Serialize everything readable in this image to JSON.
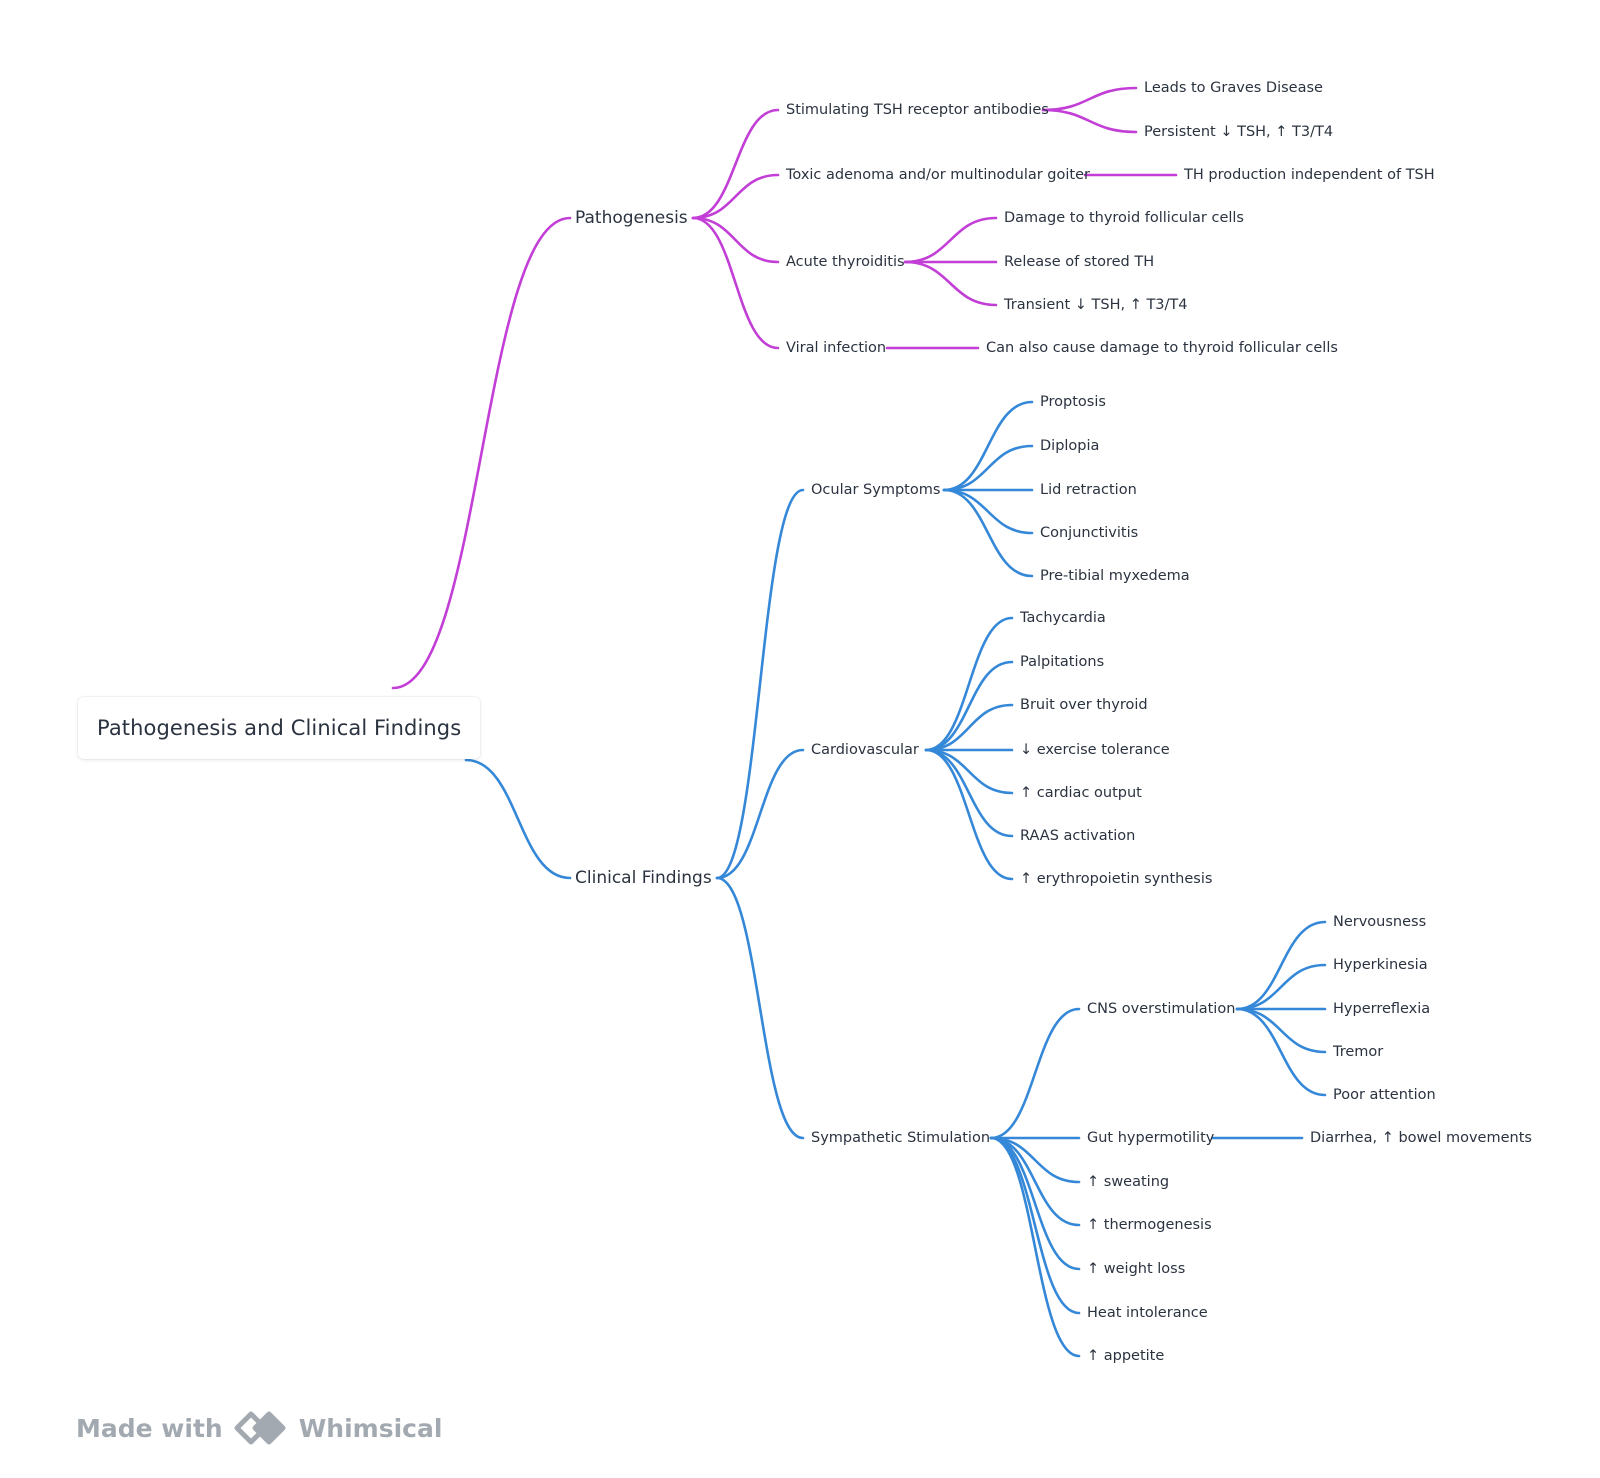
{
  "colors": {
    "pathogenesis_branch": "#c23ed6",
    "clinical_branch": "#3588d8",
    "text": "#2b3340",
    "brand": "#a3a9b0"
  },
  "root": {
    "label": "Pathogenesis and Clinical Findings"
  },
  "branches": [
    {
      "label": "Pathogenesis",
      "color": "#c23ed6",
      "children": [
        {
          "label": "Stimulating TSH receptor antibodies",
          "children": [
            {
              "label": "Leads to Graves Disease"
            },
            {
              "label": "Persistent ↓ TSH, ↑ T3/T4"
            }
          ]
        },
        {
          "label": "Toxic adenoma and/or multinodular goiter",
          "children": [
            {
              "label": "TH production independent of TSH"
            }
          ]
        },
        {
          "label": "Acute thyroiditis",
          "children": [
            {
              "label": "Damage to thyroid follicular cells"
            },
            {
              "label": "Release of stored TH"
            },
            {
              "label": "Transient ↓ TSH, ↑ T3/T4"
            }
          ]
        },
        {
          "label": "Viral infection",
          "children": [
            {
              "label": "Can also cause damage to thyroid follicular cells"
            }
          ]
        }
      ]
    },
    {
      "label": "Clinical Findings",
      "color": "#3588d8",
      "children": [
        {
          "label": "Ocular Symptoms",
          "children": [
            {
              "label": "Proptosis"
            },
            {
              "label": "Diplopia"
            },
            {
              "label": "Lid retraction"
            },
            {
              "label": "Conjunctivitis"
            },
            {
              "label": "Pre-tibial myxedema"
            }
          ]
        },
        {
          "label": "Cardiovascular",
          "children": [
            {
              "label": "Tachycardia"
            },
            {
              "label": "Palpitations"
            },
            {
              "label": "Bruit over thyroid"
            },
            {
              "label": "↓ exercise tolerance"
            },
            {
              "label": "↑ cardiac output"
            },
            {
              "label": "RAAS activation"
            },
            {
              "label": "↑ erythropoietin synthesis"
            }
          ]
        },
        {
          "label": "Sympathetic Stimulation",
          "children": [
            {
              "label": "CNS overstimulation",
              "children": [
                {
                  "label": "Nervousness"
                },
                {
                  "label": "Hyperkinesia"
                },
                {
                  "label": "Hyperreflexia"
                },
                {
                  "label": "Tremor"
                },
                {
                  "label": "Poor attention"
                }
              ]
            },
            {
              "label": "Gut hypermotility",
              "children": [
                {
                  "label": "Diarrhea, ↑ bowel movements"
                }
              ]
            },
            {
              "label": "↑ sweating"
            },
            {
              "label": "↑ thermogenesis"
            },
            {
              "label": "↑ weight loss"
            },
            {
              "label": "Heat intolerance"
            },
            {
              "label": "↑ appetite"
            }
          ]
        }
      ]
    }
  ],
  "footer": {
    "made_with": "Made with",
    "brand_name": "Whimsical"
  }
}
